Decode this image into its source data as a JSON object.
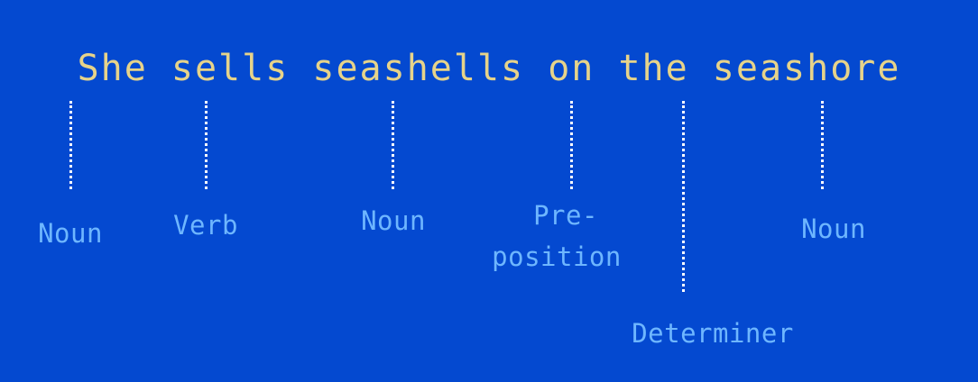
{
  "sentence": {
    "text": "She sells seashells on the seashore"
  },
  "labels": {
    "noun_she": "Noun",
    "verb_sells": "Verb",
    "noun_seashells": "Noun",
    "preposition_line1": "Pre-",
    "preposition_line2": "position",
    "determiner_the": "Determiner",
    "noun_seashore": "Noun"
  },
  "colors": {
    "background": "#0449d0",
    "sentence_text": "#e6d38a",
    "label_text": "#6eb6ff",
    "connector": "#ffffff"
  }
}
